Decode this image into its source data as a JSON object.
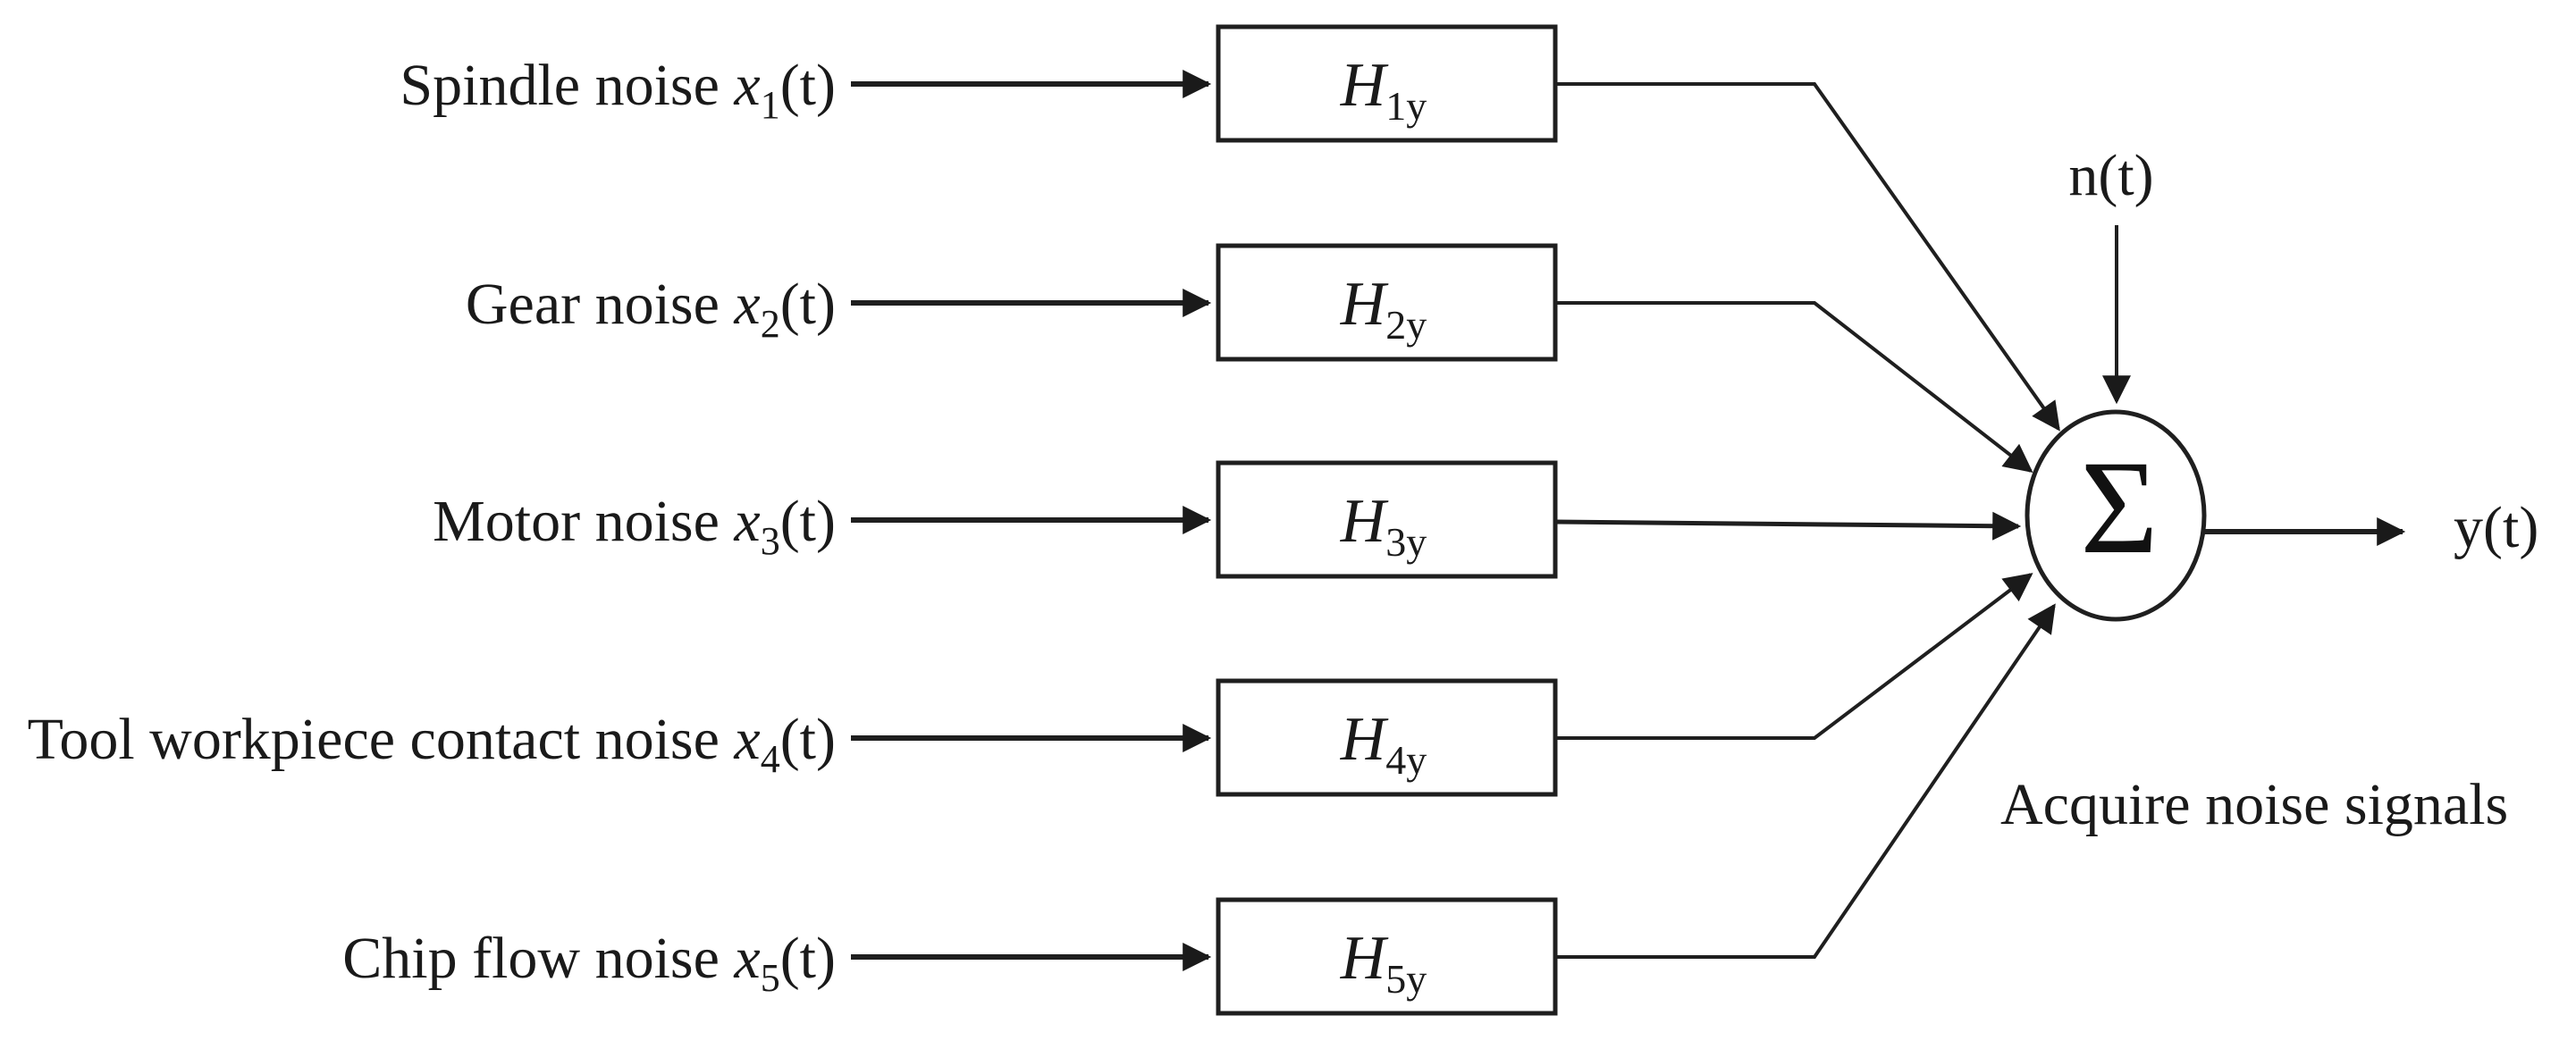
{
  "figure": {
    "background": "#ffffff",
    "ink": "#1a1a1a",
    "rows": [
      {
        "source_pre": "Spindle noise ",
        "source_var": "x",
        "source_sub": "1",
        "source_post": "(t)",
        "block_main": "H",
        "block_sub": "1y"
      },
      {
        "source_pre": "Gear noise ",
        "source_var": "x",
        "source_sub": "2",
        "source_post": "(t)",
        "block_main": "H",
        "block_sub": "2y"
      },
      {
        "source_pre": "Motor noise ",
        "source_var": "x",
        "source_sub": "3",
        "source_post": "(t)",
        "block_main": "H",
        "block_sub": "3y"
      },
      {
        "source_pre": "Tool workpiece contact noise ",
        "source_var": "x",
        "source_sub": "4",
        "source_post": "(t)",
        "block_main": "H",
        "block_sub": "4y"
      },
      {
        "source_pre": "Chip flow noise ",
        "source_var": "x",
        "source_sub": "5",
        "source_post": "(t)",
        "block_main": "H",
        "block_sub": "5y"
      }
    ],
    "noise_input_label": "n(t)",
    "sum_symbol": "Σ",
    "output_label": "y(t)",
    "annotation": "Acquire noise signals"
  }
}
